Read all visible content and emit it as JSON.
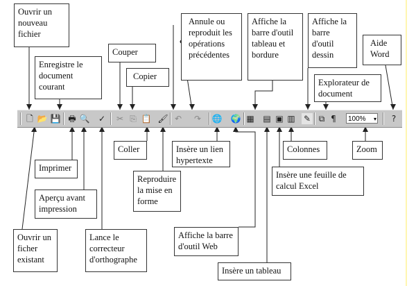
{
  "labels": {
    "new": "Ouvrir un nouveau fichier",
    "save": "Enregistre le document courant",
    "cut": "Couper",
    "copy": "Copier",
    "undo": "Annule ou reproduit les opérations précédentes",
    "tables_borders": "Affiche la barre d'outil tableau et bordure",
    "drawing": "Affiche la barre d'outil dessin",
    "help": "Aide Word",
    "docmap": "Explorateur de document",
    "paste": "Coller",
    "hyperlink": "Insère un lien hypertexte",
    "columns": "Colonnes",
    "zoom": "Zoom",
    "print": "Imprimer",
    "format_painter": "Reproduire la mise en forme",
    "excel": "Insère une feuille de calcul Excel",
    "preview": "Aperçu avant impression",
    "open": "Ouvrir un ficher existant",
    "spell": "Lance le correcteur d'orthographe",
    "web": "Affiche la barre d'outil Web",
    "table": "Insère un tableau"
  },
  "toolbar": {
    "zoom_value": "100%"
  }
}
